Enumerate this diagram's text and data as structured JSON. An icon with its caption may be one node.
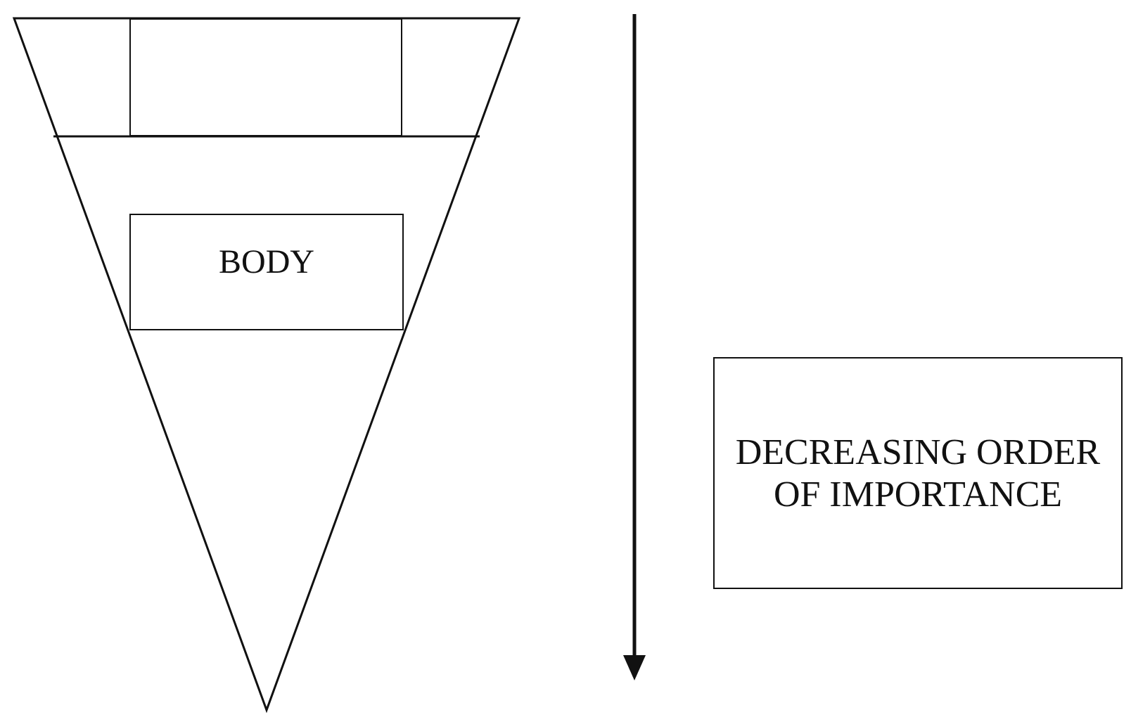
{
  "diagram": {
    "nodes": [
      {
        "text": [],
        "shape": "triangle"
      },
      {
        "text": [],
        "shape": "box",
        "in": 0
      },
      {
        "text": [
          "BODY"
        ],
        "in": 0
      },
      {
        "text": [
          "DECREASING ORDER OF IMPORTANCE"
        ]
      }
    ]
  }
}
